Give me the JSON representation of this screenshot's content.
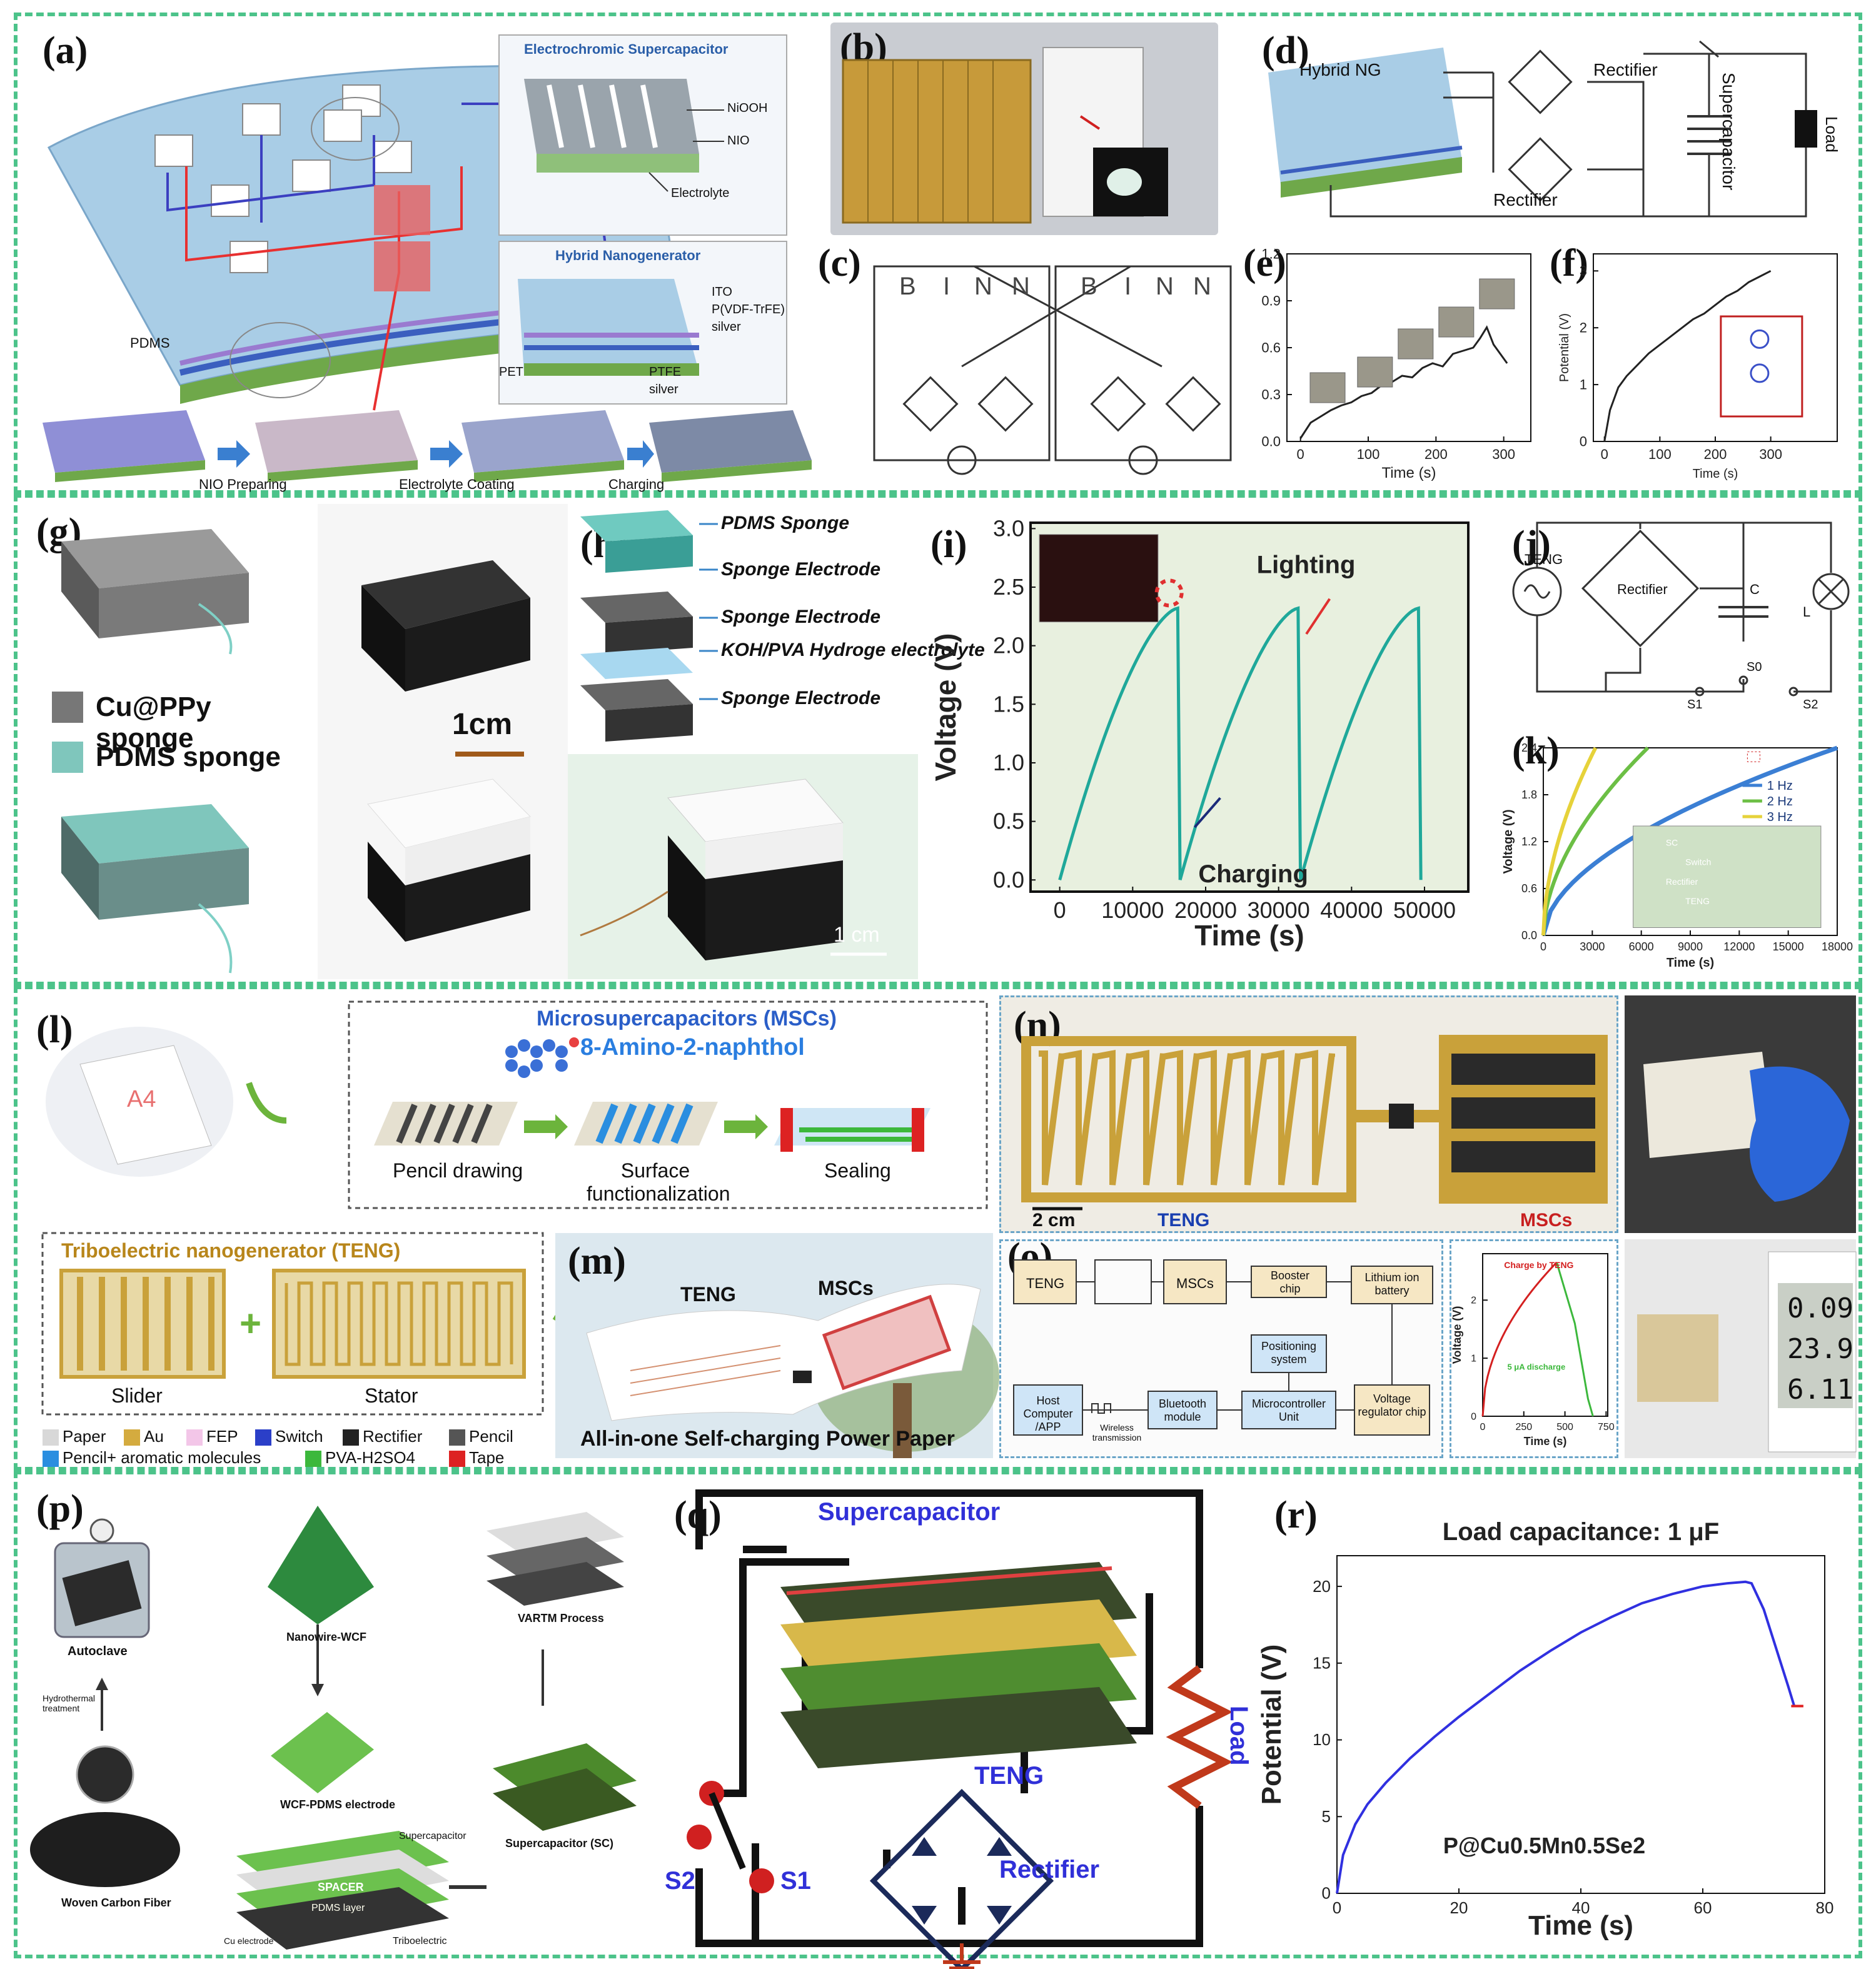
{
  "labels": {
    "a": "(a)",
    "b": "(b)",
    "c": "(c)",
    "d": "(d)",
    "e": "(e)",
    "f": "(f)",
    "g": "(g)",
    "h": "(h)",
    "i": "(i)",
    "j": "(j)",
    "k": "(k)",
    "l": "(l)",
    "m": "(m)",
    "n": "(n)",
    "o": "(o)",
    "p": "(p)",
    "q": "(q)",
    "r": "(r)"
  },
  "a": {
    "ec_title": "Electrochromic Supercapacitor",
    "ec_layers": [
      "NiOOH",
      "NIO",
      "Electrolyte"
    ],
    "hn_title": "Hybrid Nanogenerator",
    "hn_layers": [
      "ITO",
      "P(VDF-TrFE)",
      "silver",
      "PTFE",
      "silver"
    ],
    "pet": "PET",
    "pdms": "PDMS",
    "steps": [
      "NIO Preparing",
      "Electrolyte Coating",
      "Charging"
    ]
  },
  "d": {
    "hybrid": "Hybrid NG",
    "rectifier1": "Rectifier",
    "rectifier2": "Rectifier",
    "supercap": "Supercapacitor",
    "load": "Load"
  },
  "c": {
    "letters": [
      "B",
      "I",
      "N",
      "N",
      "B",
      "I",
      "N",
      "N"
    ]
  },
  "e": {
    "chart_data": {
      "type": "line",
      "x_ticks": [
        "0",
        "100",
        "200",
        "300"
      ],
      "y_ticks": [
        "0.0",
        "0.3",
        "0.6",
        "0.9",
        "1.2"
      ],
      "xlabel": "Time (s)",
      "ylim": [
        0,
        1.2
      ],
      "xlim": [
        -20,
        340
      ],
      "x": [
        0,
        15,
        30,
        45,
        60,
        75,
        90,
        105,
        120,
        135,
        150,
        165,
        180,
        195,
        210,
        225,
        240,
        255,
        265,
        275,
        285,
        295,
        305
      ],
      "y": [
        0.02,
        0.12,
        0.16,
        0.2,
        0.23,
        0.25,
        0.29,
        0.31,
        0.36,
        0.38,
        0.42,
        0.41,
        0.47,
        0.5,
        0.48,
        0.56,
        0.58,
        0.6,
        0.66,
        0.73,
        0.62,
        0.56,
        0.5
      ]
    }
  },
  "f": {
    "chart_data": {
      "type": "line",
      "x_ticks": [
        "0",
        "100",
        "200",
        "300"
      ],
      "y_ticks": [
        "0",
        "1",
        "2",
        "3"
      ],
      "xlabel": "Time (s)",
      "ylabel": "Potential (V)",
      "ylim": [
        0,
        3.3
      ],
      "xlim": [
        -20,
        420
      ],
      "x": [
        0,
        10,
        25,
        40,
        60,
        80,
        100,
        120,
        140,
        160,
        180,
        200,
        220,
        240,
        260,
        280,
        300
      ],
      "y": [
        0.0,
        0.55,
        0.95,
        1.15,
        1.35,
        1.55,
        1.7,
        1.85,
        2.0,
        2.15,
        2.25,
        2.4,
        2.55,
        2.65,
        2.8,
        2.9,
        3.0
      ]
    }
  },
  "g": {
    "legend": [
      "Cu@PPy sponge",
      "PDMS sponge"
    ],
    "scale": "1cm"
  },
  "h": {
    "layers": [
      "PDMS Sponge",
      "Sponge Electrode",
      "Sponge Electrode",
      "KOH/PVA Hydroge electrolyte",
      "Sponge Electrode"
    ],
    "scale": "1 cm"
  },
  "i": {
    "chart_data": {
      "type": "line",
      "x_ticks": [
        "0",
        "10000",
        "20000",
        "30000",
        "40000",
        "50000"
      ],
      "y_ticks": [
        "0.0",
        "0.5",
        "1.0",
        "1.5",
        "2.0",
        "2.5",
        "3.0"
      ],
      "xlabel": "Time (s)",
      "ylabel": "Voltage (V)",
      "xlim": [
        -4000,
        56000
      ],
      "ylim": [
        -0.1,
        3.05
      ],
      "cycles": [
        [
          0,
          16500
        ],
        [
          16500,
          33000
        ],
        [
          33000,
          49500
        ]
      ],
      "peak": 2.32,
      "annotations": [
        "Lighting",
        "Charging"
      ]
    }
  },
  "j": {
    "teng": "TENG",
    "rectifier": "Rectifier",
    "c": "C",
    "l": "L",
    "s1": "S1",
    "s0": "S0",
    "s2": "S2"
  },
  "k": {
    "chart_data": {
      "type": "line",
      "x_ticks": [
        "0",
        "3000",
        "6000",
        "9000",
        "12000",
        "15000",
        "18000"
      ],
      "y_ticks": [
        "0.0",
        "0.6",
        "1.2",
        "1.8",
        "2.4"
      ],
      "xlabel": "Time (s)",
      "ylabel": "Voltage (V)",
      "xlim": [
        0,
        18000
      ],
      "ylim": [
        0,
        2.4
      ],
      "series": [
        {
          "name": "1 Hz",
          "color": "#3b7fd4",
          "t_end": 18000
        },
        {
          "name": "2 Hz",
          "color": "#6cbf45",
          "t_end": 6400
        },
        {
          "name": "3 Hz",
          "color": "#e6d23a",
          "t_end": 3200
        }
      ],
      "inset": [
        "SC",
        "Switch",
        "Rectifier",
        "TENG"
      ]
    }
  },
  "l": {
    "title": "Microsupercapacitors (MSCs)",
    "molecule": "8-Amino-2-naphthol",
    "steps": [
      "Pencil drawing",
      "Surface functionalization",
      "Sealing"
    ],
    "paper": "A4",
    "teng_title": "Triboelectric nanogenerator (TENG)",
    "slider": "Slider",
    "stator": "Stator",
    "legend": [
      {
        "name": "Paper",
        "color": "#d8d8d8"
      },
      {
        "name": "Au",
        "color": "#d4ab3f"
      },
      {
        "name": "FEP",
        "color": "#f3c6e8"
      },
      {
        "name": "Switch",
        "color": "#2b3fc8"
      },
      {
        "name": "Rectifier",
        "color": "#222222"
      },
      {
        "name": "Pencil",
        "color": "#555555"
      },
      {
        "name": "Pencil+ aromatic molecules",
        "color": "#2a8ee0"
      },
      {
        "name": "PVA-H2SO4",
        "color": "#3cb83c"
      },
      {
        "name": "Tape",
        "color": "#dd2222"
      }
    ]
  },
  "m": {
    "teng": "TENG",
    "mscs": "MSCs",
    "caption": "All-in-one Self-charging Power Paper"
  },
  "n": {
    "scale": "2 cm",
    "teng": "TENG",
    "mscs": "MSCs"
  },
  "o": {
    "blocks": [
      "TENG",
      "MSCs",
      "Booster chip",
      "Lithium ion battery",
      "Positioning system",
      "Host Computer /APP",
      "Bluetooth module",
      "Microcontroller Unit",
      "Voltage regulator chip"
    ],
    "wireless": "Wireless transmission",
    "chart_data": {
      "type": "line",
      "x_ticks": [
        "0",
        "250",
        "500",
        "750"
      ],
      "y_ticks": [
        "0",
        "1",
        "2"
      ],
      "xlabel": "Time (s)",
      "ylabel": "Voltage (V)",
      "xlim": [
        0,
        760
      ],
      "ylim": [
        0,
        2.8
      ],
      "annotations": [
        "Charge by TENG",
        "5 μA discharge"
      ]
    },
    "meter": [
      "0.09",
      "23.9",
      "6.11"
    ]
  },
  "p": {
    "labels": [
      "Autoclave",
      "Hydrothermal treatment",
      "Woven Carbon Fiber",
      "Nanowire-WCF",
      "WCF-PDMS electrode",
      "VARTM Process",
      "Supercapacitor (SC)",
      "Supercapacitor",
      "Triboelectric",
      "Cu electrode",
      "SPACER",
      "PDMS layer"
    ]
  },
  "q": {
    "supercap": "Supercapacitor",
    "teng": "TENG",
    "rectifier": "Rectifier",
    "load": "Load",
    "s1": "S1",
    "s2": "S2"
  },
  "r": {
    "chart_data": {
      "type": "line",
      "title": "Load capacitance: 1 μF",
      "subtitle": "P@Cu0.5Mn0.5Se2",
      "x_ticks": [
        "0",
        "20",
        "40",
        "60",
        "80"
      ],
      "y_ticks": [
        "0",
        "5",
        "10",
        "15",
        "20"
      ],
      "xlabel": "Time (s)",
      "ylabel": "Potential (V)",
      "xlim": [
        0,
        80
      ],
      "ylim": [
        0,
        22
      ],
      "x": [
        0,
        1,
        3,
        5,
        8,
        12,
        16,
        20,
        25,
        30,
        35,
        40,
        45,
        50,
        55,
        60,
        64,
        67,
        68,
        70,
        72,
        74,
        75
      ],
      "y": [
        0,
        2.5,
        4.5,
        5.8,
        7.2,
        8.8,
        10.2,
        11.5,
        13.0,
        14.5,
        15.8,
        17.0,
        18.0,
        18.9,
        19.5,
        20.0,
        20.2,
        20.3,
        20.2,
        18.5,
        16.0,
        13.5,
        12.2
      ]
    }
  }
}
